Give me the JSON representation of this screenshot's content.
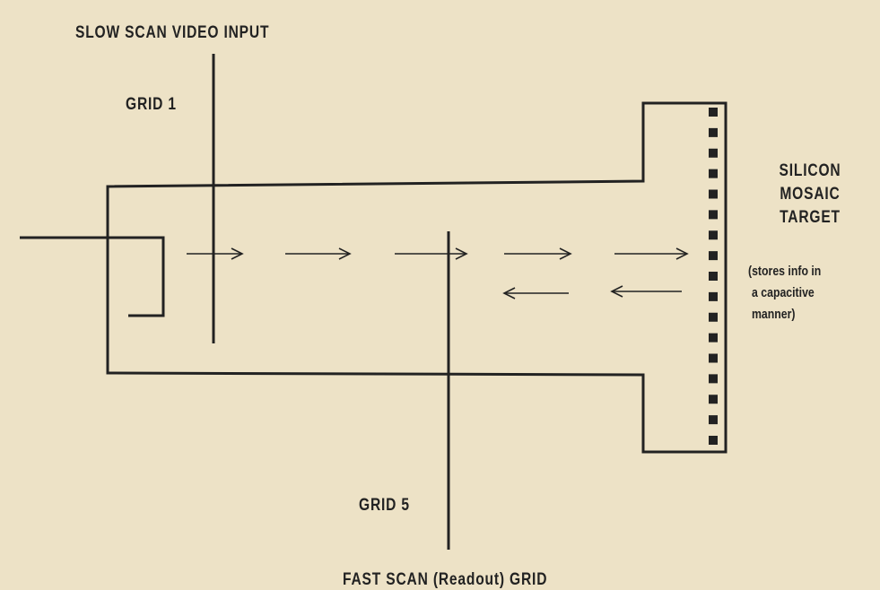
{
  "labels": {
    "slow_scan_video_input": "SLOW SCAN VIDEO INPUT",
    "grid_1": "GRID 1",
    "grid_5": "GRID 5",
    "fast_scan_grid": "FAST SCAN (Readout) GRID",
    "target_line_1": "SILICON",
    "target_line_2": "MOSAIC",
    "target_line_3": "TARGET",
    "note_line_1": "(stores info in",
    "note_line_2": "a capacitive",
    "note_line_3": "manner)"
  },
  "colors": {
    "background": "#ede2c6",
    "ink": "#222222"
  },
  "target_segment_count": 17
}
